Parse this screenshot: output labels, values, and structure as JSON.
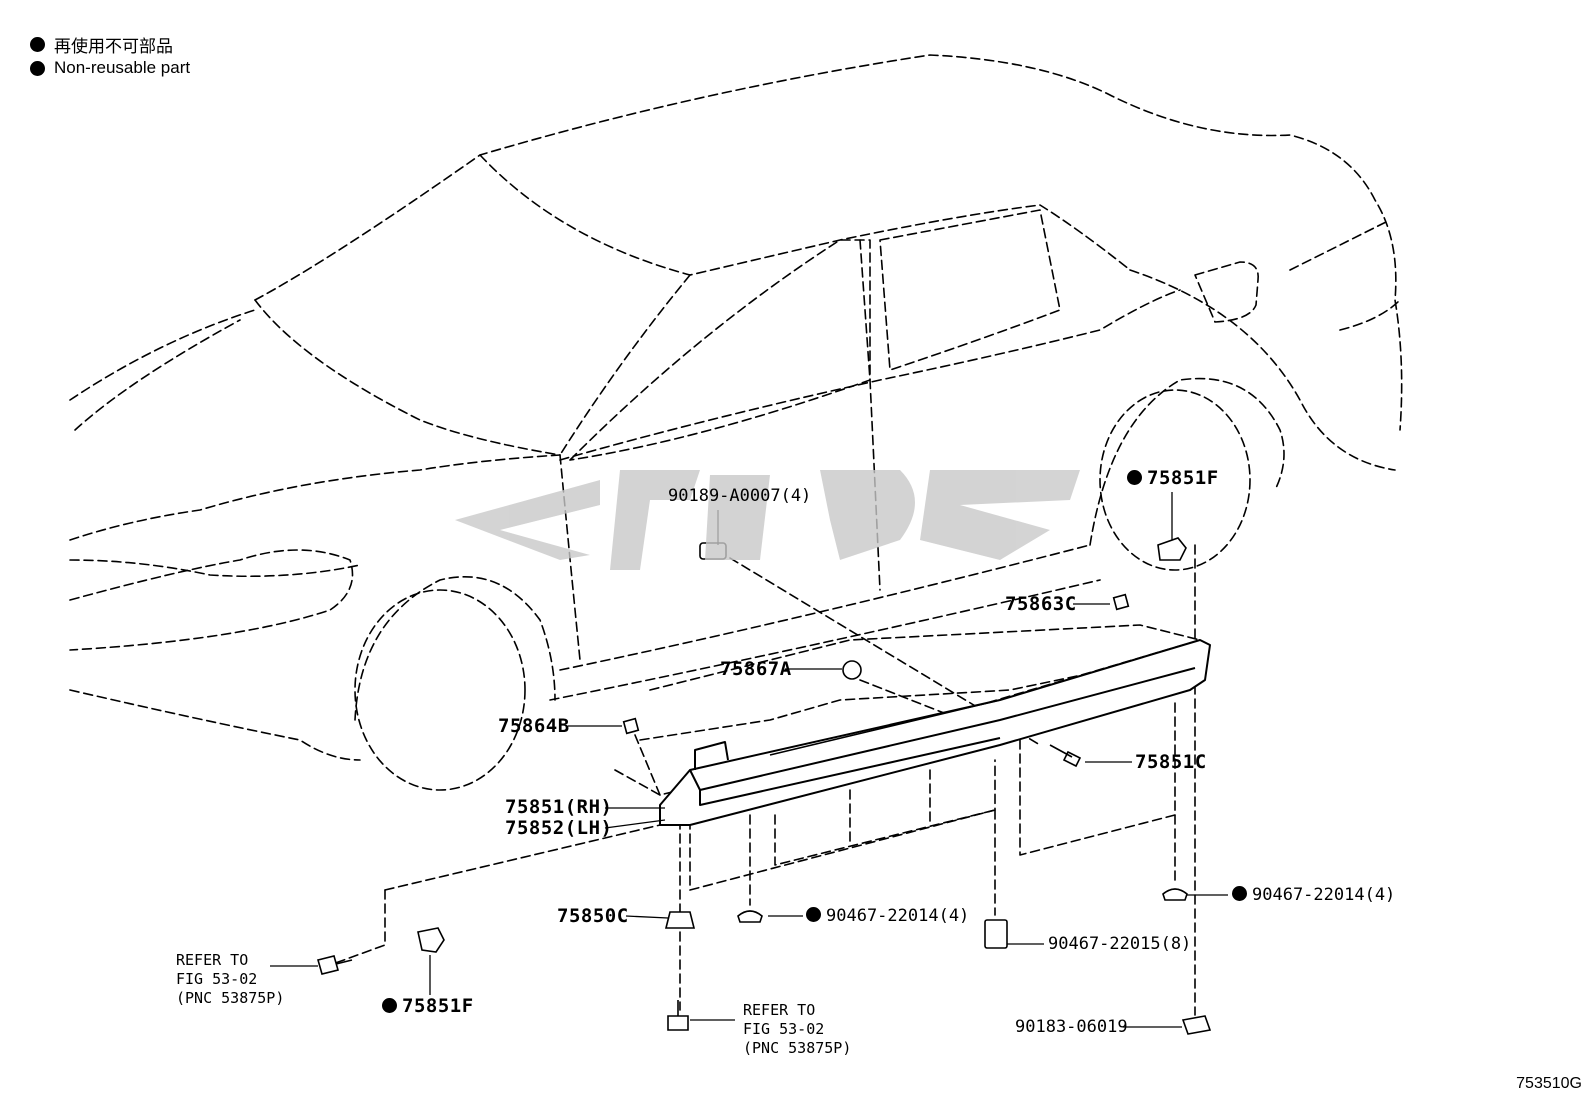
{
  "legend": {
    "line1": "再使用不可部品",
    "line2": "Non-reusable part"
  },
  "parts": {
    "clip_top": "90189-A0007(4)",
    "p75851F_top": "75851F",
    "p75863C": "75863C",
    "p75867A": "75867A",
    "p75864B": "75864B",
    "p75851C": "75851C",
    "p75851_rh": "75851(RH)",
    "p75852_lh": "75852(LH)",
    "p75850C": "75850C",
    "nut_mid": "90467-22014(4)",
    "nut_right": "90467-22014(4)",
    "clip_8": "90467-22015(8)",
    "p90183": "90183-06019",
    "p75851F_bottom": "75851F"
  },
  "refer_left": {
    "line1": "REFER TO",
    "line2": "FIG 53-02",
    "line3": "(PNC 53875P)"
  },
  "refer_mid": {
    "line1": "REFER TO",
    "line2": "FIG 53-02",
    "line3": "(PNC 53875P)"
  },
  "figure_id": "753510G"
}
